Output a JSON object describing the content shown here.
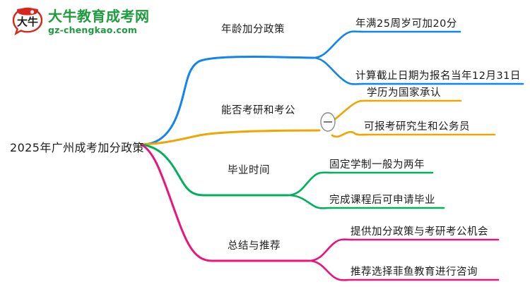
{
  "logo": {
    "mark_text": "大牛",
    "title": "大牛教育成考网",
    "url": "gz-chengkao.com",
    "brand_green": "#1e9c3e",
    "brand_red": "#d9251d"
  },
  "mindmap": {
    "root": {
      "label": "2025年广州成考加分政策"
    },
    "branches": [
      {
        "label": "年龄加分政策",
        "color": "#1184ef",
        "children": [
          {
            "label": "年满25周岁可加20分"
          },
          {
            "label": "计算截止日期为报名当年12月31日"
          }
        ]
      },
      {
        "label": "能否考研和考公",
        "color": "#f0a500",
        "collapse_toggle": "minus-icon",
        "children": [
          {
            "label": "学历为国家承认"
          },
          {
            "label": "可报考研究生和公务员"
          }
        ]
      },
      {
        "label": "毕业时间",
        "color": "#00b15c",
        "children": [
          {
            "label": "固定学制一般为两年"
          },
          {
            "label": "完成课程后可申请毕业"
          }
        ]
      },
      {
        "label": "总结与推荐",
        "color": "#ee1379",
        "children": [
          {
            "label": "提供加分政策与考研考公机会"
          },
          {
            "label": "推荐选择菲鱼教育进行咨询"
          }
        ]
      }
    ]
  }
}
